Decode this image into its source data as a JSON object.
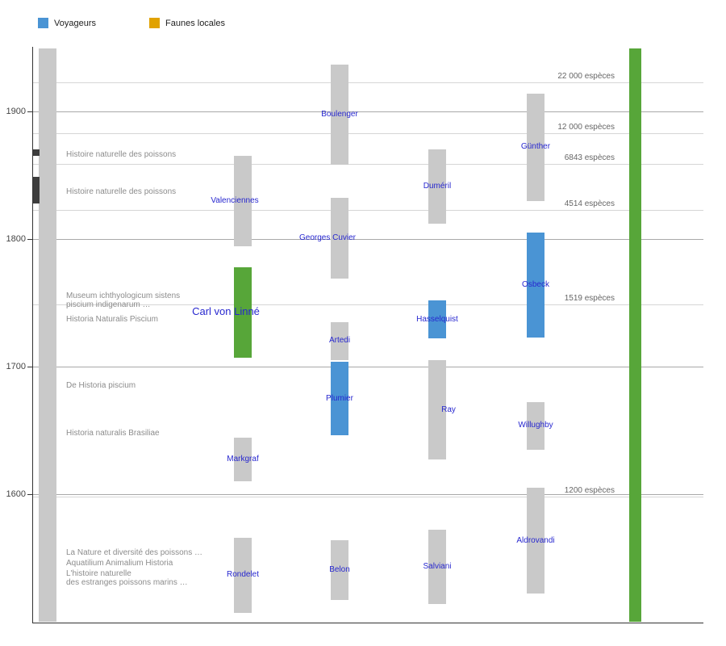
{
  "legend": {
    "items": [
      {
        "label": "Voyageurs",
        "color": "#4a94d4",
        "key": "voyageur"
      },
      {
        "label": "Faunes locales",
        "color": "#e1a200",
        "key": "faune_locale"
      }
    ]
  },
  "chart_data": {
    "type": "timeline",
    "title": "",
    "y_axis": {
      "unit": "année",
      "ticks": [
        1900,
        1800,
        1700,
        1600
      ],
      "range": [
        1500,
        1949
      ]
    },
    "colors": {
      "naturaliste": "#c9c9c9",
      "voyageur": "#4a94d4",
      "reference": "#57a639",
      "publication_marker": "#3d3d3d"
    },
    "people": [
      {
        "name": "Boulenger",
        "column": 2,
        "born": 1858,
        "died": 1937,
        "category": "naturaliste"
      },
      {
        "name": "Günther",
        "column": 4,
        "born": 1830,
        "died": 1914,
        "category": "naturaliste"
      },
      {
        "name": "Duméril",
        "column": 3,
        "born": 1812,
        "died": 1870,
        "category": "naturaliste"
      },
      {
        "name": "Valenciennes",
        "column": 1,
        "born": 1794,
        "died": 1865,
        "category": "naturaliste",
        "label_dx": -10
      },
      {
        "name": "Georges Cuvier",
        "column": 2,
        "born": 1769,
        "died": 1832,
        "category": "naturaliste",
        "label_dx": -15
      },
      {
        "name": "Osbeck",
        "column": 4,
        "born": 1723,
        "died": 1805,
        "category": "voyageur"
      },
      {
        "name": "Hasselquist",
        "column": 3,
        "born": 1722,
        "died": 1752,
        "category": "voyageur"
      },
      {
        "name": "Carl von Linné",
        "column": 1,
        "born": 1707,
        "died": 1778,
        "category": "reference",
        "label_dx": -21,
        "label_size": 13
      },
      {
        "name": "Artedi",
        "column": 2,
        "born": 1705,
        "died": 1735,
        "category": "naturaliste"
      },
      {
        "name": "Plumier",
        "column": 2,
        "born": 1646,
        "died": 1704,
        "category": "voyageur"
      },
      {
        "name": "Ray",
        "column": 3,
        "born": 1627,
        "died": 1705,
        "category": "naturaliste",
        "label_dx": 14
      },
      {
        "name": "Willughby",
        "column": 4,
        "born": 1635,
        "died": 1672,
        "category": "naturaliste"
      },
      {
        "name": "Markgraf",
        "column": 1,
        "born": 1610,
        "died": 1644,
        "category": "naturaliste"
      },
      {
        "name": "Rondelet",
        "column": 1,
        "born": 1507,
        "died": 1566,
        "category": "naturaliste"
      },
      {
        "name": "Belon",
        "column": 2,
        "born": 1517,
        "died": 1564,
        "category": "naturaliste"
      },
      {
        "name": "Salviani",
        "column": 3,
        "born": 1514,
        "died": 1572,
        "category": "naturaliste"
      },
      {
        "name": "Aldrovandi",
        "column": 4,
        "born": 1522,
        "died": 1605,
        "category": "naturaliste"
      }
    ],
    "species_milestones": [
      {
        "label": "22 000 espèces",
        "count": 22000,
        "year": 1923
      },
      {
        "label": "12 000 espèces",
        "count": 12000,
        "year": 1883
      },
      {
        "label": "6843 espèces",
        "count": 6843,
        "year": 1859
      },
      {
        "label": "4514 espèces",
        "count": 4514,
        "year": 1823
      },
      {
        "label": "1519 espèces",
        "count": 1519,
        "year": 1749
      },
      {
        "label": "1200 espèces",
        "count": 1200,
        "year": 1598
      }
    ],
    "publications": [
      {
        "lines": [
          "Histoire naturelle des poissons"
        ],
        "label_year": 1866,
        "marker_start": 1865,
        "marker_end": 1870
      },
      {
        "lines": [
          "Histoire naturelle des poissons"
        ],
        "label_year": 1837,
        "marker_start": 1828,
        "marker_end": 1849
      },
      {
        "lines": [
          "Museum ichthyologicum sistens",
          "piscium indigenarum …"
        ],
        "label_year": 1752
      },
      {
        "lines": [
          "Historia Naturalis Piscium"
        ],
        "label_year": 1737
      },
      {
        "lines": [
          "De Historia piscium"
        ],
        "label_year": 1685
      },
      {
        "lines": [
          "Historia naturalis Brasiliae"
        ],
        "label_year": 1648
      },
      {
        "lines": [
          "La Nature et diversité des poissons …"
        ],
        "label_year": 1554
      },
      {
        "lines": [
          "Aquatilium Animalium Historia"
        ],
        "label_year": 1546
      },
      {
        "lines": [
          "L'histoire naturelle",
          "des estranges poissons marins …"
        ],
        "label_year": 1534
      }
    ],
    "tracks": [
      {
        "name": "publications-track",
        "column": 0,
        "color": "#c9c9c9"
      },
      {
        "name": "species-progress-track",
        "column": 5,
        "color": "#57a639"
      }
    ]
  }
}
